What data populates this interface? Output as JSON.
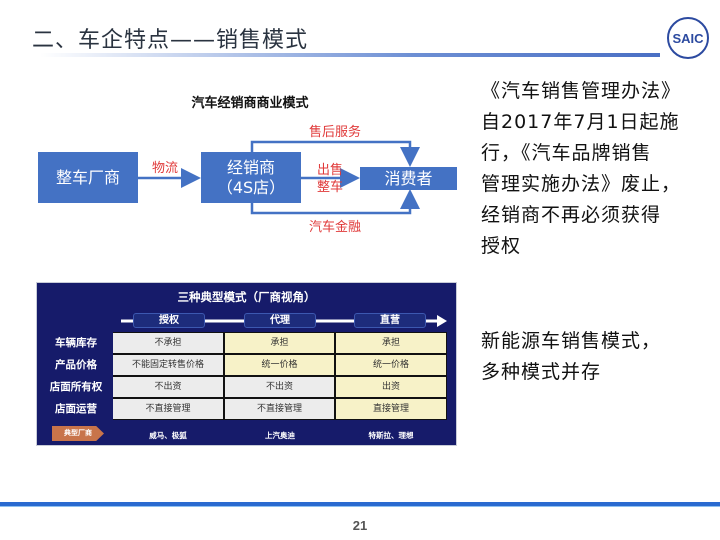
{
  "header": {
    "title": "二、车企特点——销售模式",
    "logo_text": "SAIC"
  },
  "diagram": {
    "title": "汽车经销商商业模式",
    "manufacturer": "整车厂商",
    "dealer": "经销商（4S店）",
    "consumer": "消费者",
    "logistics": "物流",
    "after_sales": "售后服务",
    "sell_line1": "出售",
    "sell_line2": "整车",
    "finance": "汽车金融",
    "color": "#4472c4"
  },
  "table": {
    "title": "三种典型模式（厂商视角）",
    "columns": [
      "授权",
      "代理",
      "直营"
    ],
    "rows": [
      {
        "label": "车辆库存",
        "cells": [
          "不承担",
          "承担",
          "承担"
        ]
      },
      {
        "label": "产品价格",
        "cells": [
          "不能固定转售价格",
          "统一价格",
          "统一价格"
        ]
      },
      {
        "label": "店面所有权",
        "cells": [
          "不出资",
          "不出资",
          "出资"
        ]
      },
      {
        "label": "店面运营",
        "cells": [
          "不直接管理",
          "不直接管理",
          "直接管理"
        ]
      }
    ],
    "brand_tag": "典型厂商",
    "brands": [
      "威马、极狐",
      "上汽奥迪",
      "特斯拉、理想"
    ]
  },
  "right": {
    "para1": [
      "《汽车销售管理办法》",
      "自2017年7月1日起施",
      "行，《汽车品牌销售",
      "管理实施办法》废止，",
      "经销商不再必须获得",
      "授权"
    ],
    "para2": [
      "新能源车销售模式，",
      "多种模式并存"
    ]
  },
  "footer": {
    "page": "21"
  }
}
